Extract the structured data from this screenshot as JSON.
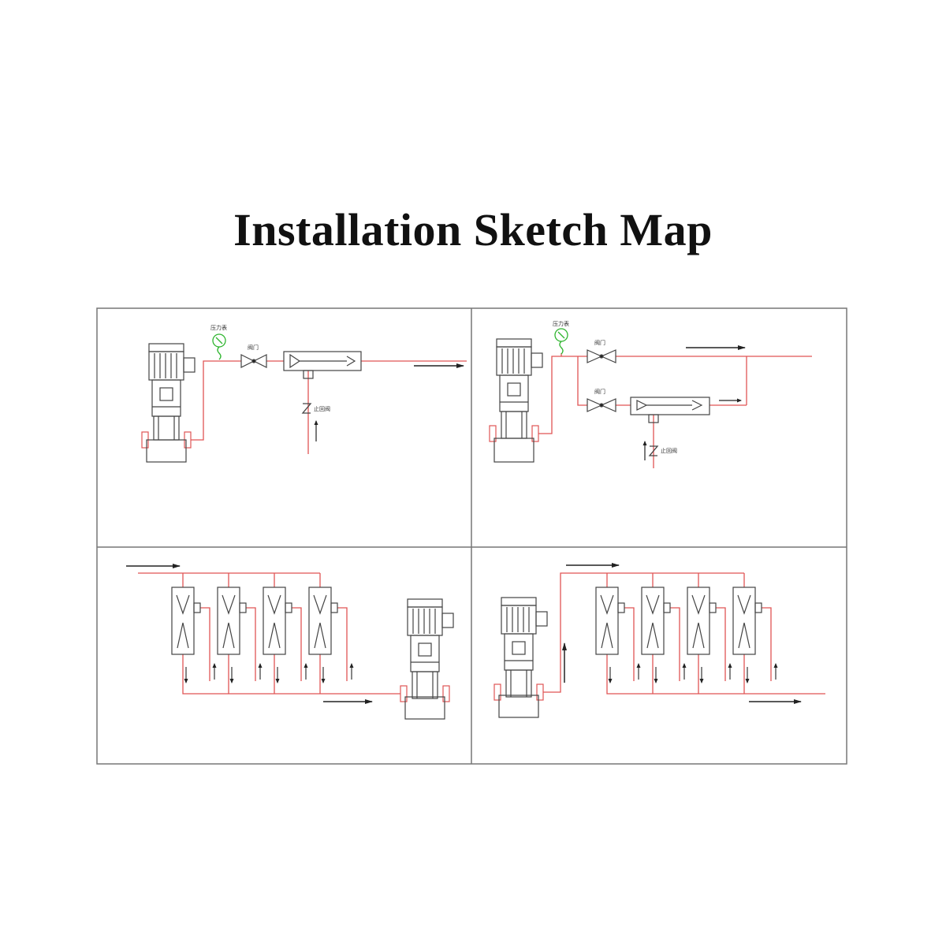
{
  "title": "Installation Sketch Map",
  "colors": {
    "pipe": "#e05555",
    "ink": "#444444",
    "gauge": "#2fb52f",
    "frame": "#777777"
  },
  "labels": {
    "gauge": "压力表",
    "valve": "阀门",
    "check_valve": "止回阀"
  },
  "panels": [
    {
      "id": "single-pump-flowmeter-bypass-inlet"
    },
    {
      "id": "pump-with-valved-branch-flowmeter"
    },
    {
      "id": "multi-flowmeter-to-pump-inlet"
    },
    {
      "id": "pump-to-multi-flowmeter"
    }
  ]
}
